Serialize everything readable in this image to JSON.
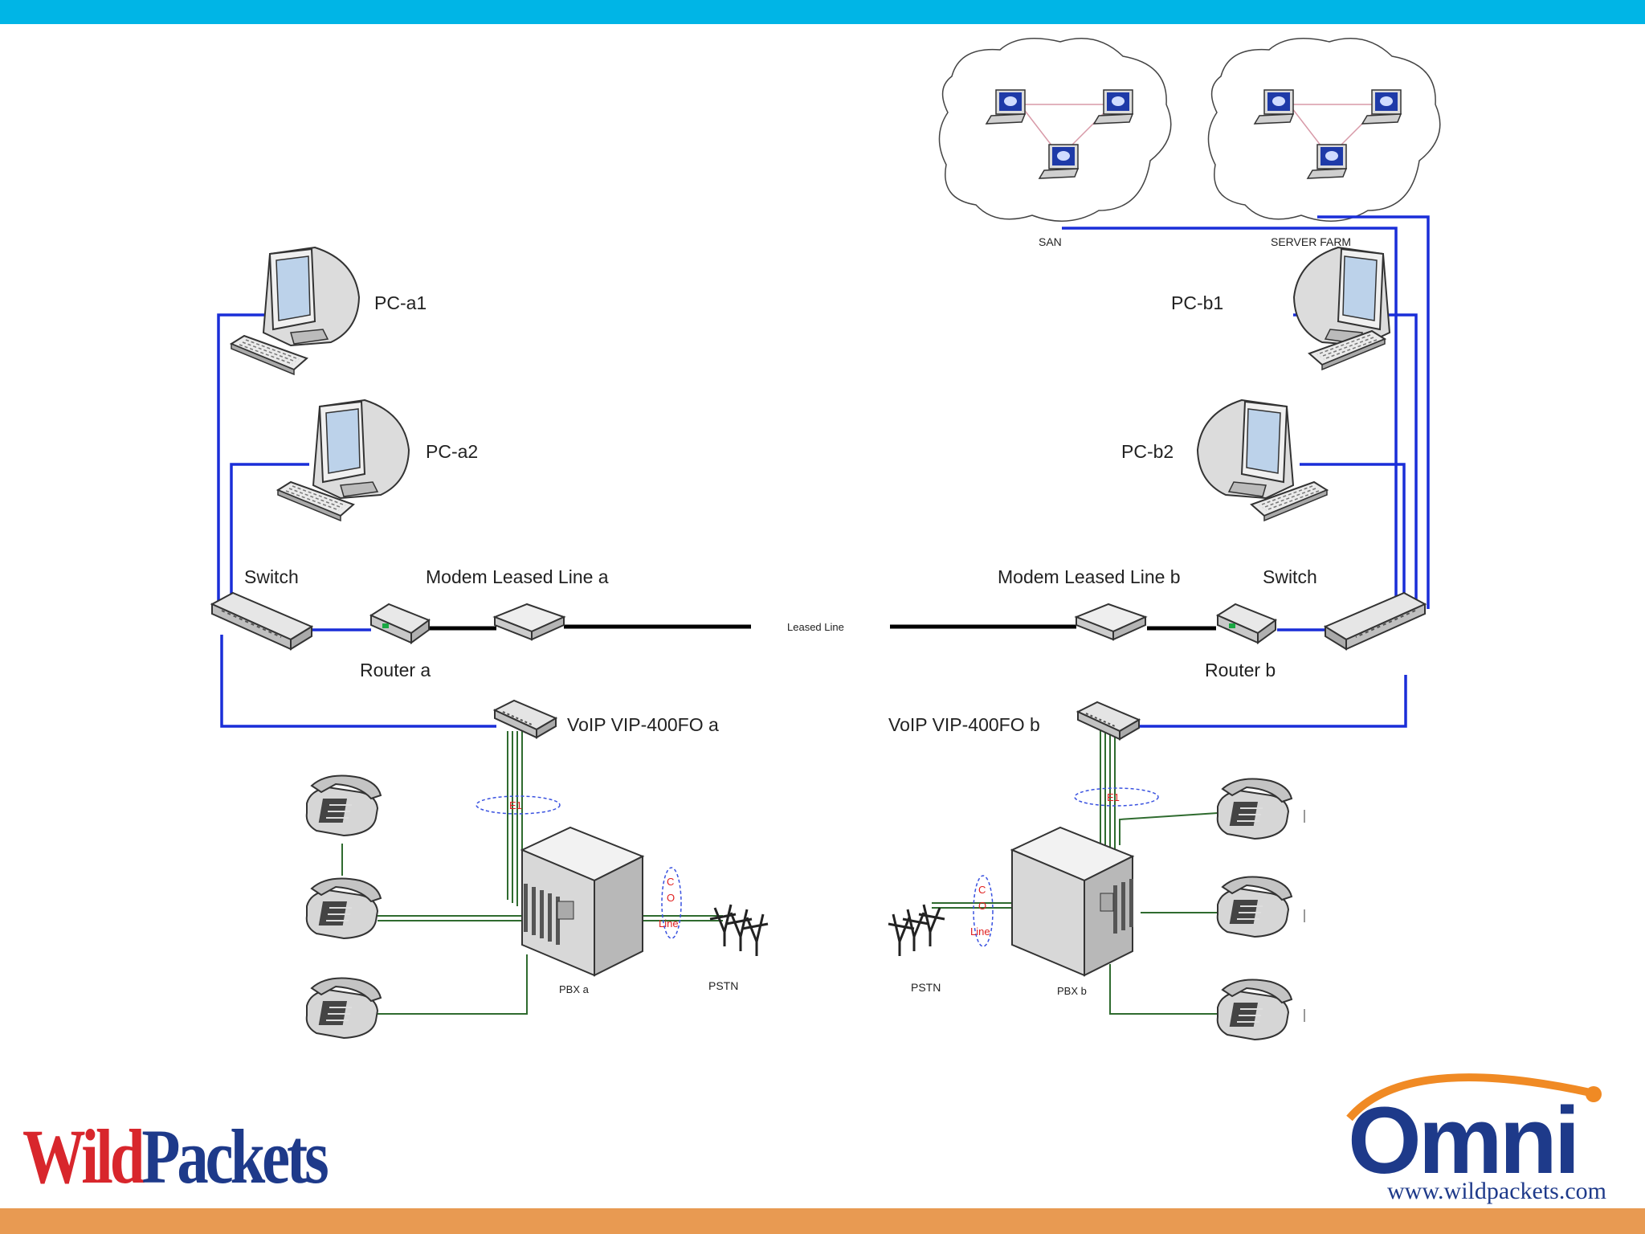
{
  "colors": {
    "top_bar": "#00b5e6",
    "bottom_bar": "#e89a52",
    "network_link": "#1a2ed8",
    "voice_link": "#2f6b2f",
    "leased_line": "#000000",
    "red_annotation": "#e02020",
    "logo_red": "#d8262c",
    "logo_blue": "#1e3a8a",
    "logo_orange": "#f08a24"
  },
  "clouds": [
    {
      "label": "SAN"
    },
    {
      "label": "SERVER FARM"
    }
  ],
  "site_a": {
    "pc1": "PC-a1",
    "pc2": "PC-a2",
    "switch": "Switch",
    "modem": "Modem Leased Line a",
    "router": "Router a",
    "voip": "VoIP VIP-400FO a",
    "pbx": "PBX a",
    "pstn": "PSTN",
    "e1": "E1",
    "co_line": [
      "C",
      "O",
      "Line"
    ]
  },
  "site_b": {
    "pc1": "PC-b1",
    "pc2": "PC-b2",
    "switch": "Switch",
    "modem": "Modem Leased Line b",
    "router": "Router b",
    "voip": "VoIP VIP-400FO b",
    "pbx": "PBX b",
    "pstn": "PSTN",
    "e1": "E1",
    "co_line": [
      "C",
      "O",
      "Line"
    ]
  },
  "leased_line": "Leased Line",
  "branding": {
    "wild": "Wild",
    "packets": "Packets",
    "omni": "Omni",
    "url": "www.wildpackets.com"
  },
  "icons": [
    "cloud-icon",
    "laptop-icon",
    "monitor-icon",
    "keyboard-icon",
    "switch-icon",
    "router-icon",
    "modem-icon",
    "voip-gateway-icon",
    "pbx-icon",
    "phone-icon",
    "pstn-antenna-icon"
  ]
}
